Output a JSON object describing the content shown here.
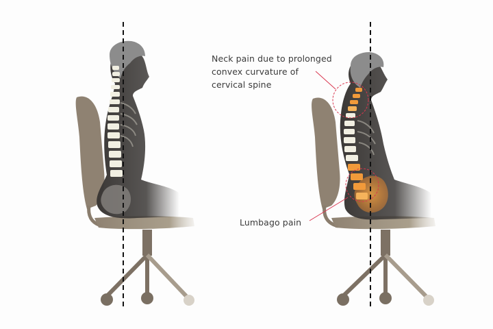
{
  "annotations": {
    "neck_pain": {
      "lines": [
        "Neck pain due to prolonged",
        "convex curvature of",
        "cervical spine"
      ],
      "color": "#d9364f"
    },
    "lumbago": {
      "label": "Lumbago pain",
      "color": "#d9364f"
    }
  },
  "figures": [
    {
      "posture": "upright",
      "spine_color": "#f1efe2"
    },
    {
      "posture": "slouched",
      "spine_color": "#f19a3a"
    }
  ],
  "colors": {
    "chair": "#8f8272",
    "chair_dark": "#6f6457",
    "body": "#3b3836",
    "hair": "#8c8c8c",
    "reference_line": "#111111"
  }
}
